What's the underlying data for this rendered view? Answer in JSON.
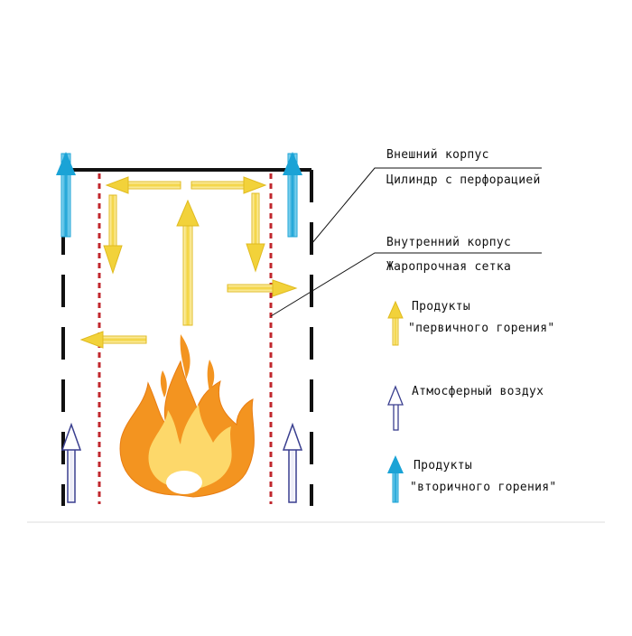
{
  "labels": {
    "outer_body": "Внешний корпус",
    "perforated_cylinder": "Цилиндр с перфорацией",
    "inner_body": "Внутренний корпус",
    "heat_mesh": "Жаропрочная сетка"
  },
  "legend": [
    {
      "key": "primary",
      "line1": "Продукты",
      "line2": "\"первичного горения\"",
      "color": "#f2d23a"
    },
    {
      "key": "air",
      "line1": "Атмосферный воздух",
      "line2": "",
      "color": "#3a3f8f"
    },
    {
      "key": "secondary",
      "line1": "Продукты",
      "line2": "\"вторичного горения\"",
      "color": "#1aa3d6"
    }
  ],
  "colors": {
    "outer_wall": "#111111",
    "inner_mesh": "#c0272d",
    "primary_arrow": "#f2d23a",
    "air_arrow": "#3a3f8f",
    "secondary_arrow": "#1aa3d6",
    "flame_outer": "#f39420",
    "flame_inner": "#fdd86a"
  }
}
